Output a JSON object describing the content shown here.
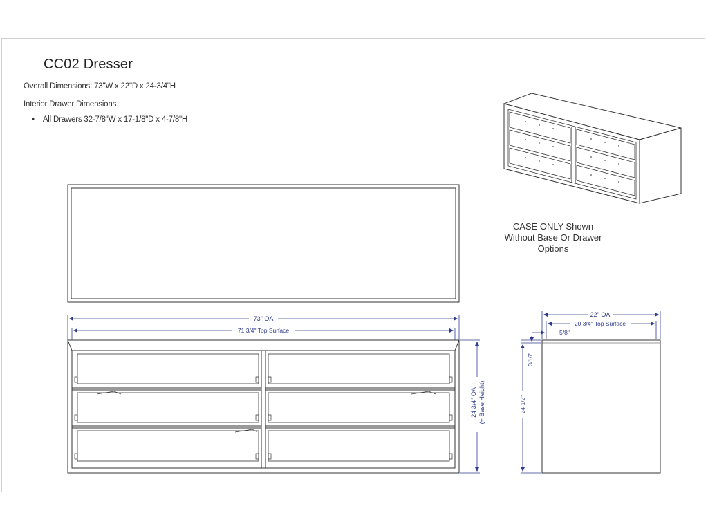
{
  "title": "CC02 Dresser",
  "overall_dimensions": "Overall Dimensions:  73\"W x 22\"D x 24-3/4\"H",
  "interior_heading": "Interior Drawer Dimensions",
  "drawer_bullet": "All Drawers  32-7/8\"W x 17-1/8\"D x 4-7/8\"H",
  "case_note": {
    "line1": "CASE ONLY-Shown",
    "line2": "Without Base Or Drawer",
    "line3": "Options"
  },
  "dimensions": {
    "front_width_oa": "73\" OA",
    "front_top_surface": "71 3/4\" Top Surface",
    "front_height_oa": "24 3/4\" OA",
    "front_height_note": "(+ Base Height)",
    "side_depth_oa": "22\" OA",
    "side_top_surface": "20 3/4\" Top Surface",
    "side_overhang": "5/8\"",
    "side_top_thickness": "3/16\"",
    "side_height": "24 1/2\""
  },
  "colors": {
    "dimension_blue": "#2f3b8f",
    "line": "#333333"
  }
}
